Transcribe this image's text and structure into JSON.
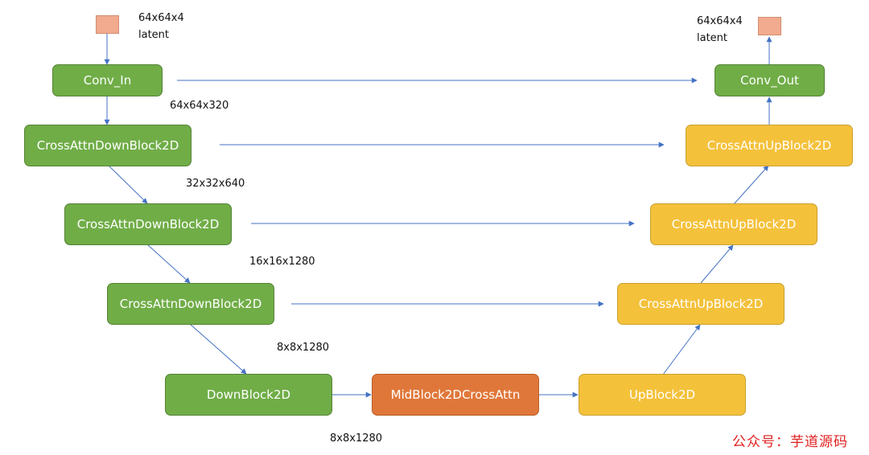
{
  "colors": {
    "encoder": "#70ad47",
    "decoder": "#f4c13b",
    "mid": "#e0773a",
    "latent": "#f2ab8e",
    "arrow": "#4472c4"
  },
  "input": {
    "size": "64x64x4",
    "name": "latent"
  },
  "output": {
    "size": "64x64x4",
    "name": "latent"
  },
  "encoder": {
    "conv_in": "Conv_In",
    "down1": "CrossAttnDownBlock2D",
    "down2": "CrossAttnDownBlock2D",
    "down3": "CrossAttnDownBlock2D",
    "down4": "DownBlock2D"
  },
  "mid": {
    "block": "MidBlock2DCrossAttn"
  },
  "decoder": {
    "up1": "UpBlock2D",
    "up2": "CrossAttnUpBlock2D",
    "up3": "CrossAttnUpBlock2D",
    "up4": "CrossAttnUpBlock2D",
    "conv_out": "Conv_Out"
  },
  "shapes": {
    "s1": "64x64x320",
    "s2": "32x32x640",
    "s3": "16x16x1280",
    "s4": "8x8x1280",
    "s5": "8x8x1280"
  },
  "watermark": "公众号：芋道源码"
}
